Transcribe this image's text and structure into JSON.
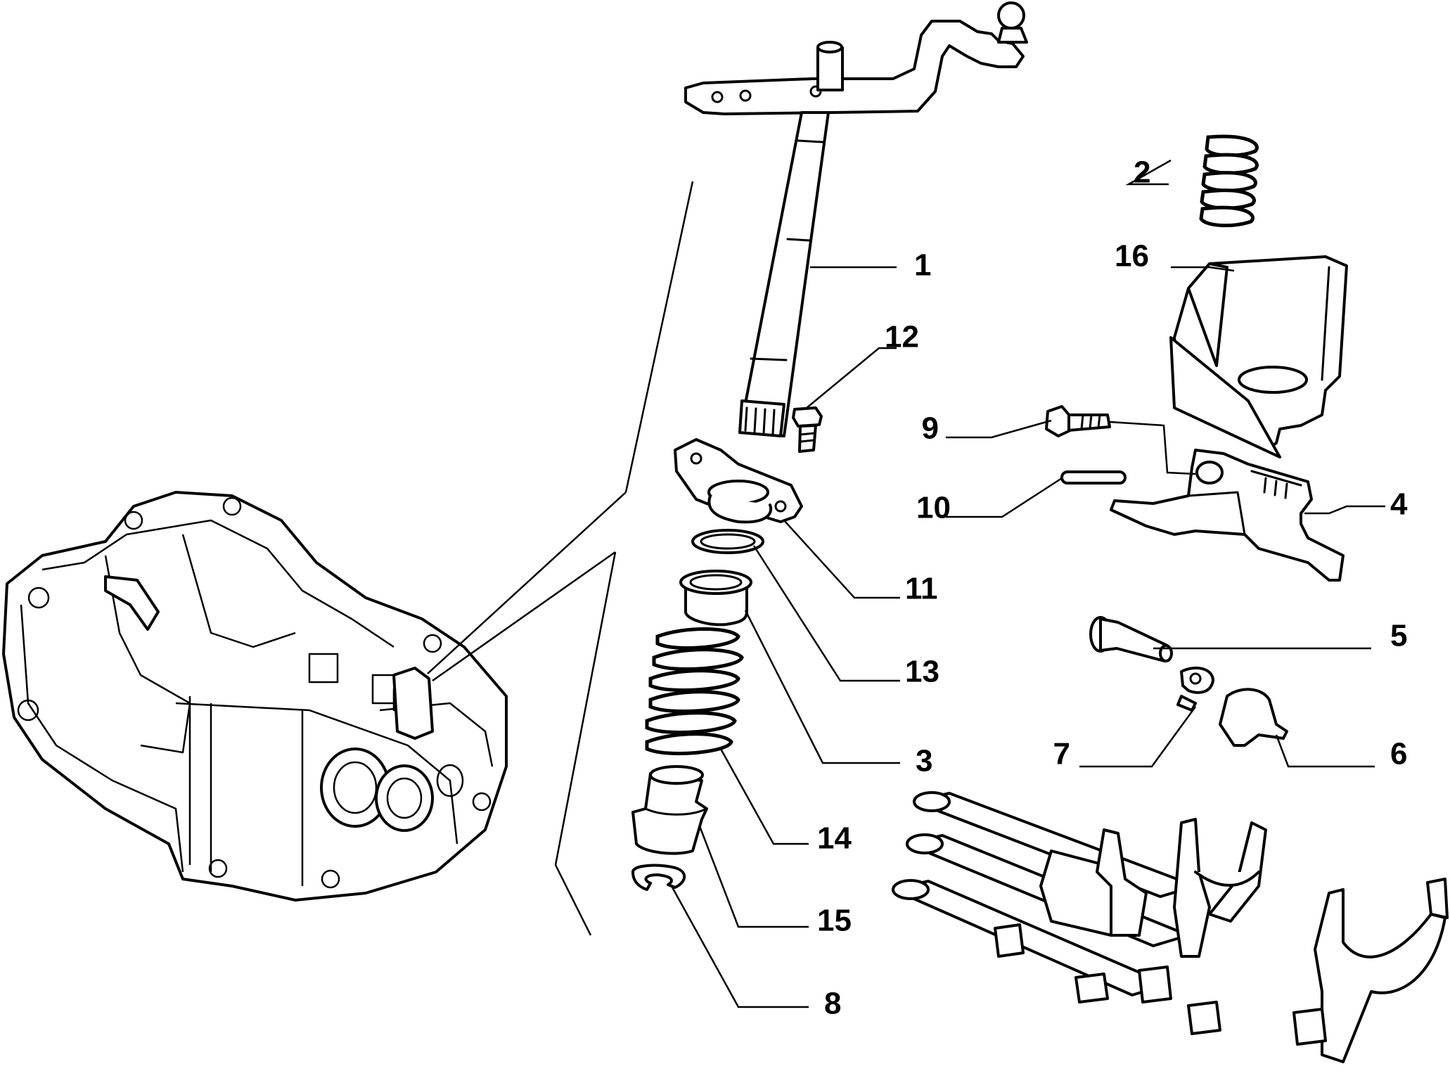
{
  "colors": {
    "line": "#000000",
    "background": "#ffffff"
  },
  "callouts": [
    {
      "id": "1",
      "label": "1"
    },
    {
      "id": "2",
      "label": "2"
    },
    {
      "id": "3",
      "label": "3"
    },
    {
      "id": "4",
      "label": "4"
    },
    {
      "id": "5",
      "label": "5"
    },
    {
      "id": "6",
      "label": "6"
    },
    {
      "id": "7",
      "label": "7"
    },
    {
      "id": "8",
      "label": "8"
    },
    {
      "id": "9",
      "label": "9"
    },
    {
      "id": "10",
      "label": "10"
    },
    {
      "id": "11",
      "label": "11"
    },
    {
      "id": "12",
      "label": "12"
    },
    {
      "id": "13",
      "label": "13"
    },
    {
      "id": "14",
      "label": "14"
    },
    {
      "id": "15",
      "label": "15"
    },
    {
      "id": "16",
      "label": "16"
    }
  ]
}
